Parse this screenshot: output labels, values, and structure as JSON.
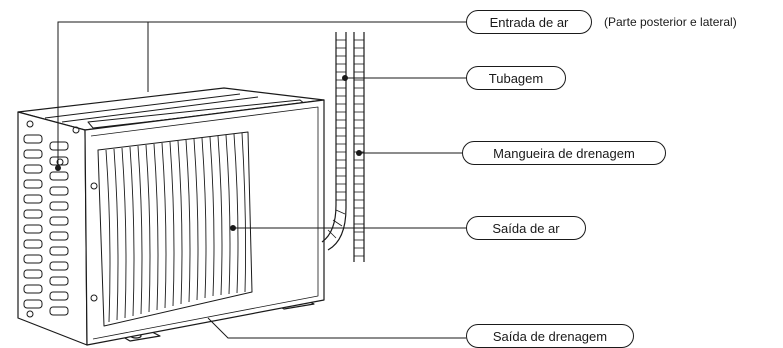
{
  "labels": {
    "air_inlet": "Entrada de ar",
    "air_inlet_note": "(Parte posterior e lateral)",
    "piping": "Tubagem",
    "drain_hose": "Mangueira de drenagem",
    "air_outlet": "Saída de ar",
    "drain_outlet": "Saída de drenagem"
  },
  "colors": {
    "line": "#1a1a1a",
    "fill": "#ffffff"
  }
}
